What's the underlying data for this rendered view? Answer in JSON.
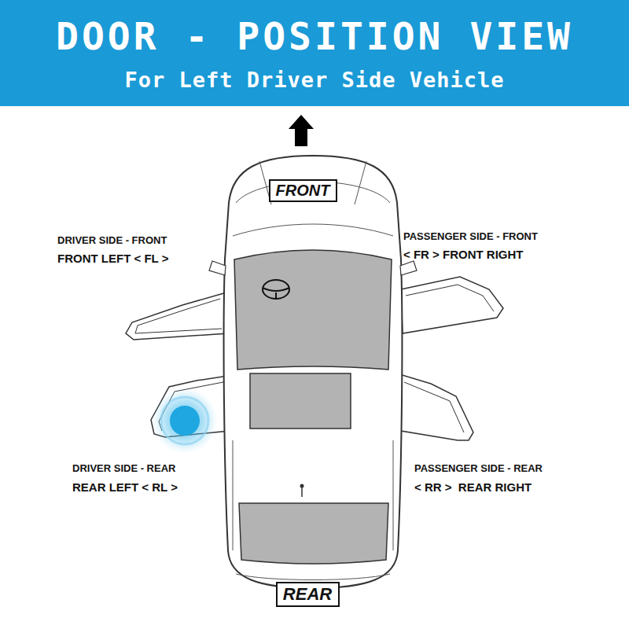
{
  "diagram": {
    "title": "DOOR - POSITION VIEW",
    "nodes": [
      {
        "text": [
          "FRONT"
        ]
      },
      {
        "text": [
          "REAR"
        ]
      }
    ],
    "labels": [
      "For Left Driver Side Vehicle",
      "DRIVER SIDE - FRONT",
      "FRONT LEFT < FL >",
      "PASSENGER SIDE - FRONT",
      "< FR > FRONT RIGHT",
      "DRIVER SIDE - REAR",
      "REAR LEFT < RL >",
      "PASSENGER SIDE - REAR",
      "< RR >  REAR RIGHT"
    ]
  }
}
